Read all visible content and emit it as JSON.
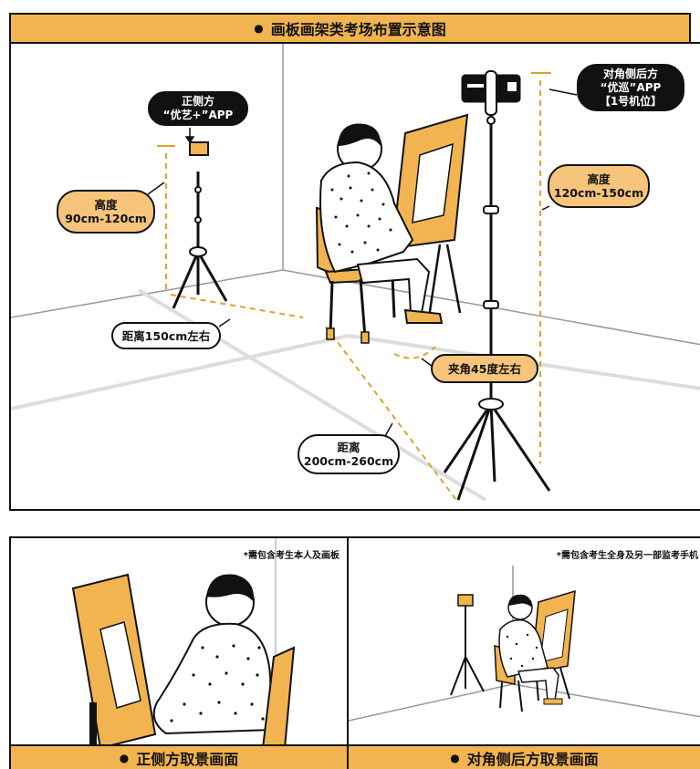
{
  "top": {
    "title": "画板画架类考场布置示意图",
    "labels": {
      "front_cam_line1": "正侧方",
      "front_cam_line2": "“优艺+”APP",
      "rear_cam_line1": "对角侧后方",
      "rear_cam_line2": "“优巡”APP",
      "rear_cam_line3": "【1号机位】",
      "height_left_line1": "高度",
      "height_left_line2": "90cm-120cm",
      "height_right_line1": "高度",
      "height_right_line2": "120cm-150cm",
      "distance_front": "距离150cm左右",
      "angle": "夹角45度左右",
      "distance_rear_line1": "距离",
      "distance_rear_line2": "200cm-260cm"
    }
  },
  "bottom_left": {
    "note": "*需包含考生本人及画板",
    "caption": "正侧方取景画面"
  },
  "bottom_right": {
    "note": "*需包含考生全身及另一部监考手机",
    "caption": "对角侧后方取景画面"
  },
  "colors": {
    "accent": "#f2b450",
    "pill_orange": "#f6c47a",
    "dashed": "#e0a030",
    "outline": "#111111"
  }
}
